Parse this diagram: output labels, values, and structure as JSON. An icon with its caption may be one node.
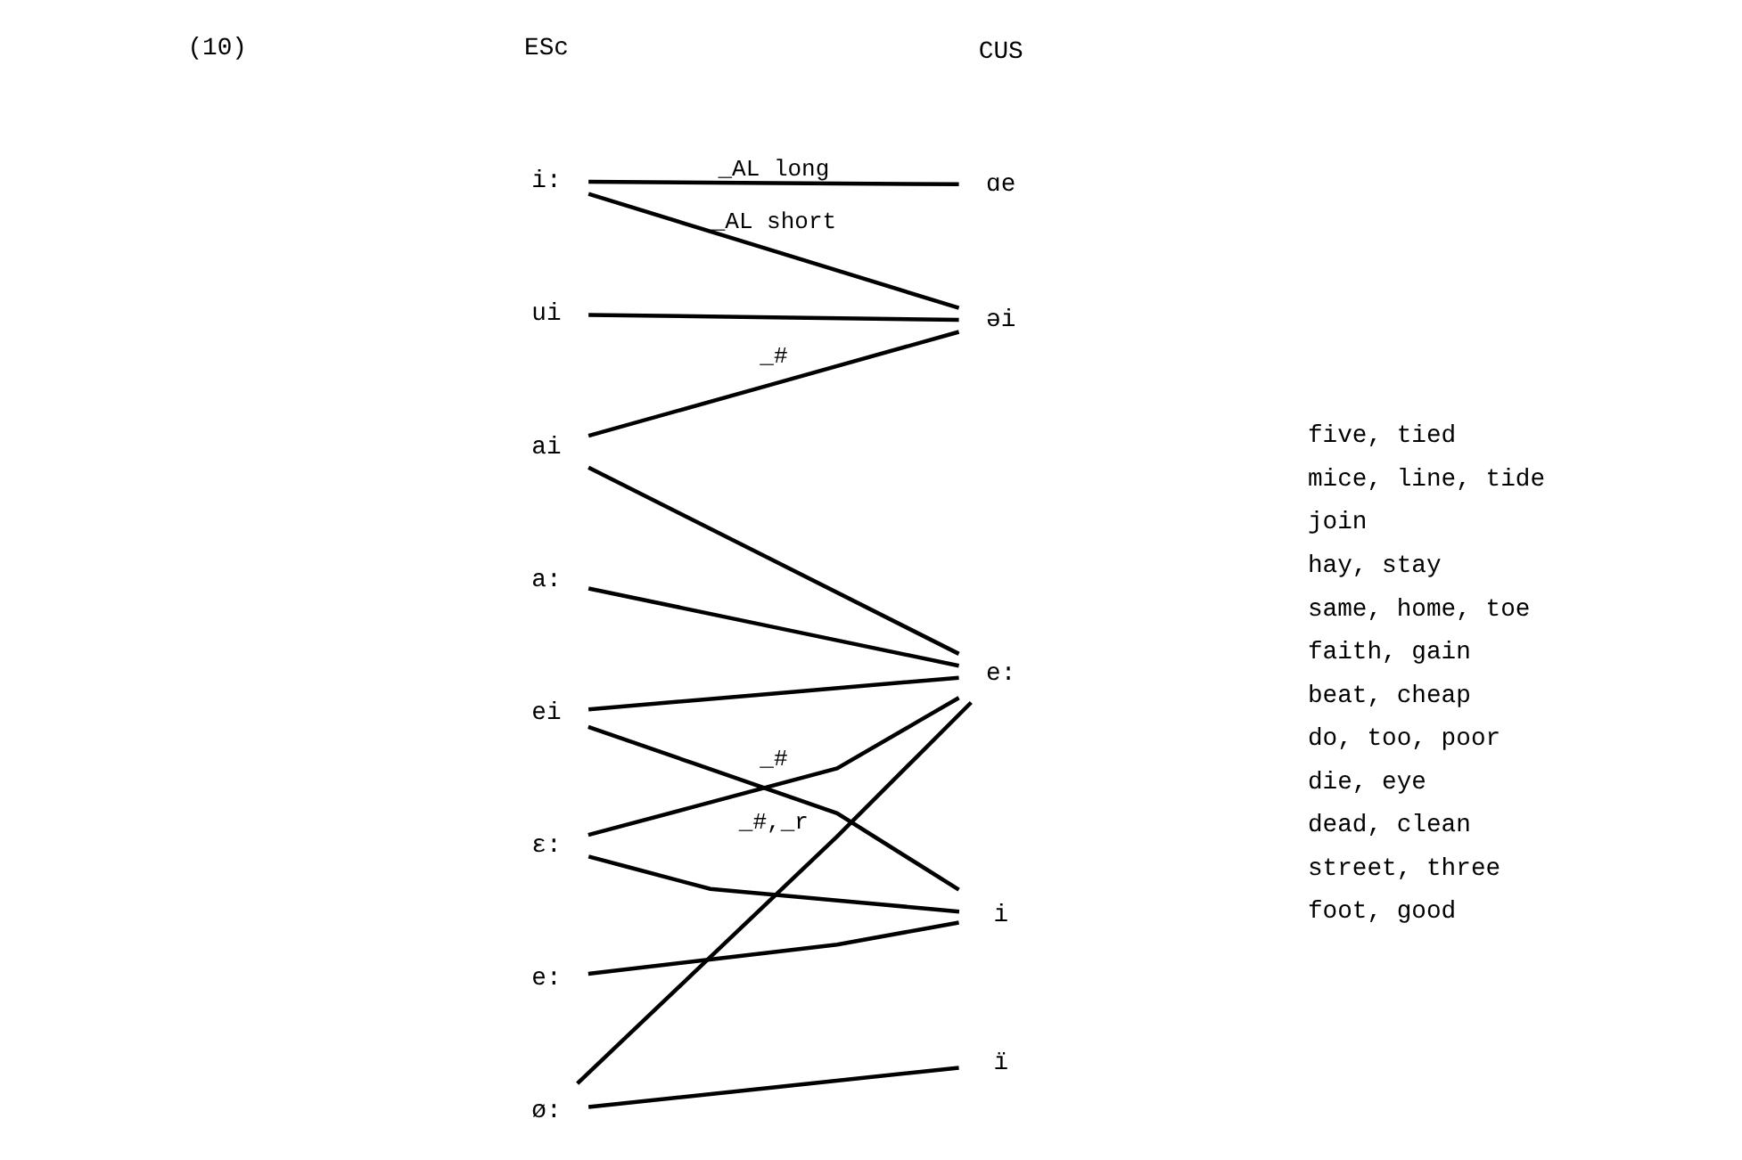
{
  "diagram": {
    "nodes": [
      {
        "text": [
          "i:"
        ]
      },
      {
        "text": [
          "ui"
        ]
      },
      {
        "text": [
          "ai"
        ]
      },
      {
        "text": [
          "a:"
        ]
      },
      {
        "text": [
          "ei"
        ]
      },
      {
        "text": [
          "ɛ:"
        ]
      },
      {
        "text": [
          "e:"
        ]
      },
      {
        "text": [
          "ø:"
        ]
      },
      {
        "text": [
          "ɑe"
        ]
      },
      {
        "text": [
          "əi"
        ]
      },
      {
        "text": [
          "e:"
        ]
      },
      {
        "text": [
          "i"
        ]
      },
      {
        "text": [
          "ï"
        ]
      }
    ],
    "edges": [
      {
        "from": 0,
        "to": 8,
        "arrow": "none",
        "label": "_AL long"
      },
      {
        "from": 0,
        "to": 9,
        "arrow": "none",
        "label": "_AL short"
      },
      {
        "from": 1,
        "to": 9,
        "arrow": "none"
      },
      {
        "from": 2,
        "to": 9,
        "arrow": "none",
        "label": "_#"
      },
      {
        "from": 2,
        "to": 10,
        "arrow": "none"
      },
      {
        "from": 3,
        "to": 10,
        "arrow": "none"
      },
      {
        "from": 4,
        "to": 10,
        "arrow": "none"
      },
      {
        "from": 4,
        "to": 11,
        "arrow": "none",
        "label": "_#"
      },
      {
        "from": 5,
        "to": 10,
        "arrow": "none"
      },
      {
        "from": 5,
        "to": 11,
        "arrow": "none"
      },
      {
        "from": 6,
        "to": 11,
        "arrow": "none"
      },
      {
        "from": 7,
        "to": 10,
        "arrow": "none",
        "label": "_#,_r"
      },
      {
        "from": 7,
        "to": 12,
        "arrow": "none"
      }
    ],
    "labels": [
      "(10)",
      "ESc",
      "CUS",
      "five, tied",
      "mice, line, tide",
      "join",
      "hay, stay",
      "same, home, toe",
      "faith, gain",
      "beat, cheap",
      "do, too, poor",
      "die, eye",
      "dead, clean",
      "street, three",
      "foot, good"
    ]
  }
}
